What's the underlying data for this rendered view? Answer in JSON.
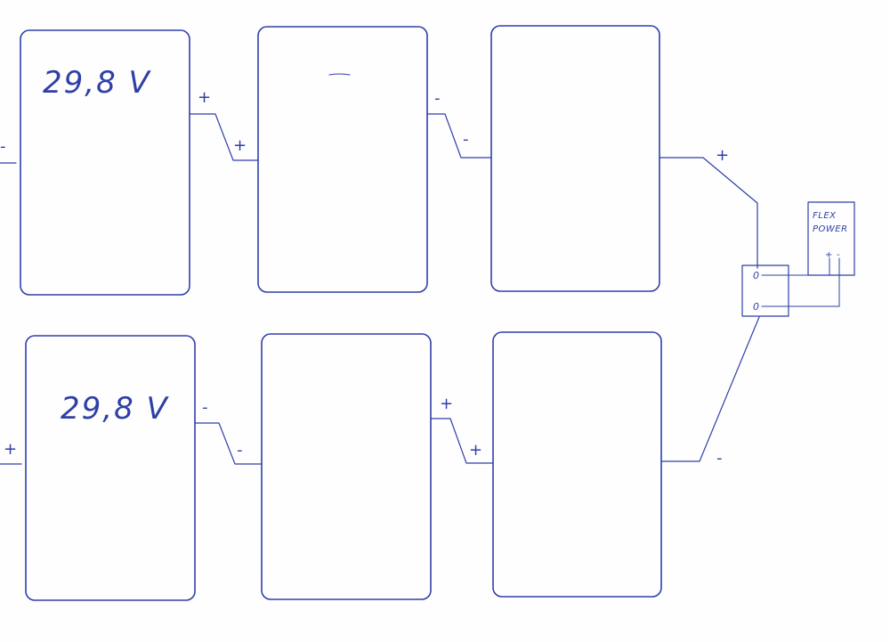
{
  "ink_color": "#2f3fa8",
  "panels": {
    "top_left_label": "29,8 V",
    "bottom_left_label": "29,8 V"
  },
  "polarity": {
    "top_left_edge": "-",
    "top_1_2_a": "+",
    "top_1_2_b": "+",
    "top_2_3_a": "-",
    "top_2_3_b": "-",
    "top_out": "+",
    "bottom_left_edge": "+",
    "bottom_1_2_a": "-",
    "bottom_1_2_b": "-",
    "bottom_2_3_a": "+",
    "bottom_2_3_b": "+",
    "bottom_out": "-"
  },
  "terminal_block": {
    "terminal_top": "0",
    "terminal_bottom": "0"
  },
  "flex_power": {
    "label_line1": "FLEX",
    "label_line2": "POWER",
    "plus": "+",
    "minus": "-"
  }
}
